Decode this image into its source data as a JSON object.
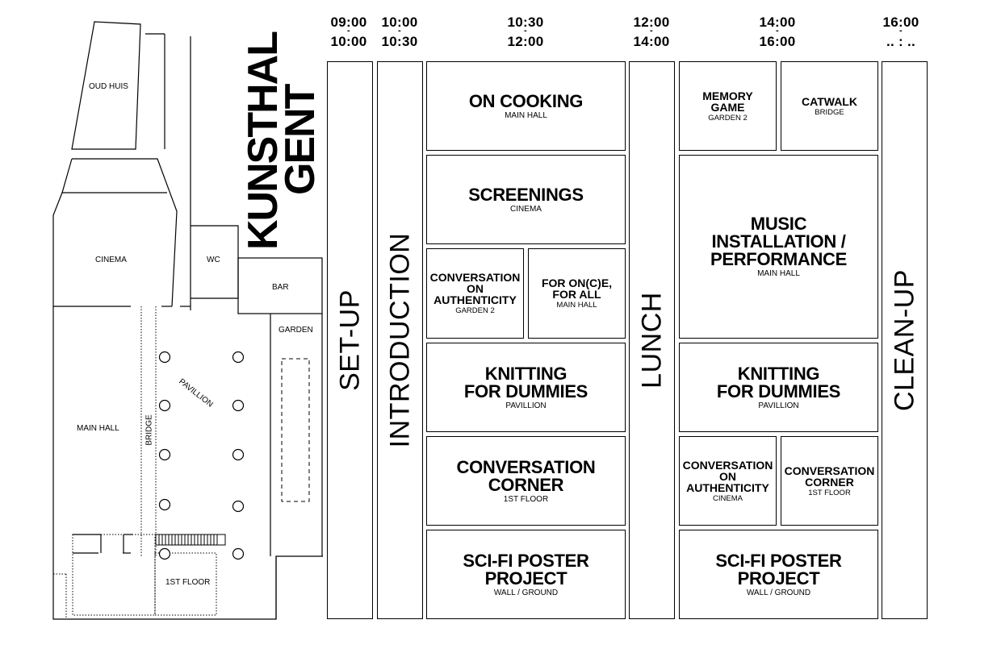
{
  "venue": {
    "line1": "KUNSTHAL",
    "line2": "GENT"
  },
  "floorplan": {
    "rooms": {
      "oud_huis": "OUD HUIS",
      "cinema": "CINEMA",
      "wc": "WC",
      "bar": "BAR",
      "garden": "GARDEN",
      "pavillion": "PAVILLION",
      "main_hall": "MAIN HALL",
      "bridge": "BRIDGE",
      "first_floor": "1ST FLOOR"
    }
  },
  "timeslots": [
    {
      "start": "09:00",
      "end": "10:00"
    },
    {
      "start": "10:00",
      "end": "10:30"
    },
    {
      "start": "10:30",
      "end": "12:00"
    },
    {
      "start": "12:00",
      "end": "14:00"
    },
    {
      "start": "14:00",
      "end": "16:00"
    },
    {
      "start": "16:00",
      "end": ".. : .."
    }
  ],
  "separator": "-",
  "bars": {
    "setup": "SET-UP",
    "introduction": "INTRODUCTION",
    "lunch": "LUNCH",
    "cleanup": "CLEAN-UP"
  },
  "morning": [
    {
      "title": "ON COOKING",
      "location": "MAIN HALL"
    },
    {
      "title": "SCREENINGS",
      "location": "CINEMA"
    },
    {
      "title": "CONVERSATION\nON\nAUTHENTICITY",
      "location": "GARDEN 2"
    },
    {
      "title": "FOR ON(C)E,\nFOR ALL",
      "location": "MAIN HALL"
    },
    {
      "title": "KNITTING\nFOR DUMMIES",
      "location": "PAVILLION"
    },
    {
      "title": "CONVERSATION\nCORNER",
      "location": "1ST FLOOR"
    },
    {
      "title": "SCI-FI POSTER\nPROJECT",
      "location": "WALL / GROUND"
    }
  ],
  "afternoon": [
    {
      "title": "MEMORY\nGAME",
      "location": "GARDEN 2"
    },
    {
      "title": "CATWALK",
      "location": "BRIDGE"
    },
    {
      "title": "MUSIC\nINSTALLATION /\nPERFORMANCE",
      "location": "MAIN HALL"
    },
    {
      "title": "KNITTING\nFOR DUMMIES",
      "location": "PAVILLION"
    },
    {
      "title": "CONVERSATION\nON\nAUTHENTICITY",
      "location": "CINEMA"
    },
    {
      "title": "CONVERSATION\nCORNER",
      "location": "1ST FLOOR"
    },
    {
      "title": "SCI-FI POSTER\nPROJECT",
      "location": "WALL / GROUND"
    }
  ]
}
